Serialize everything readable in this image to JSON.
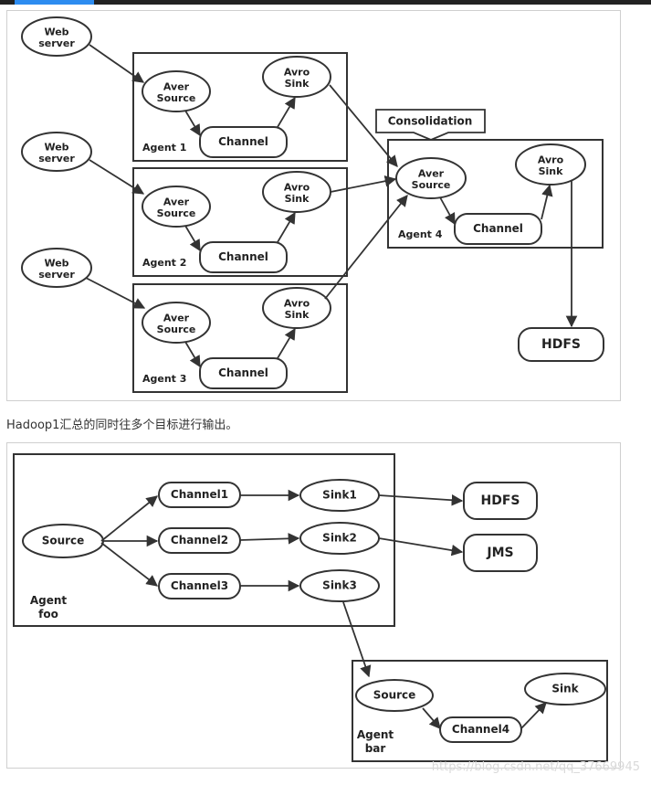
{
  "caption": "Hadoop1汇总的同时往多个目标进行输出。",
  "watermark": "https://blog.csdn.net/qq_37669945",
  "diagram1": {
    "web_server": "Web server",
    "aver_source": "Aver Source",
    "avro_sink": "Avro Sink",
    "channel": "Channel",
    "agents": [
      "Agent 1",
      "Agent 2",
      "Agent 3",
      "Agent 4"
    ],
    "consolidation": "Consolidation",
    "hdfs": "HDFS"
  },
  "diagram2": {
    "source": "Source",
    "channels": [
      "Channel1",
      "Channel2",
      "Channel3",
      "Channel4"
    ],
    "sinks": [
      "Sink1",
      "Sink2",
      "Sink3"
    ],
    "hdfs": "HDFS",
    "jms": "JMS",
    "agent_foo": "Agent foo",
    "agent_bar": "Agent bar",
    "sink": "Sink"
  }
}
